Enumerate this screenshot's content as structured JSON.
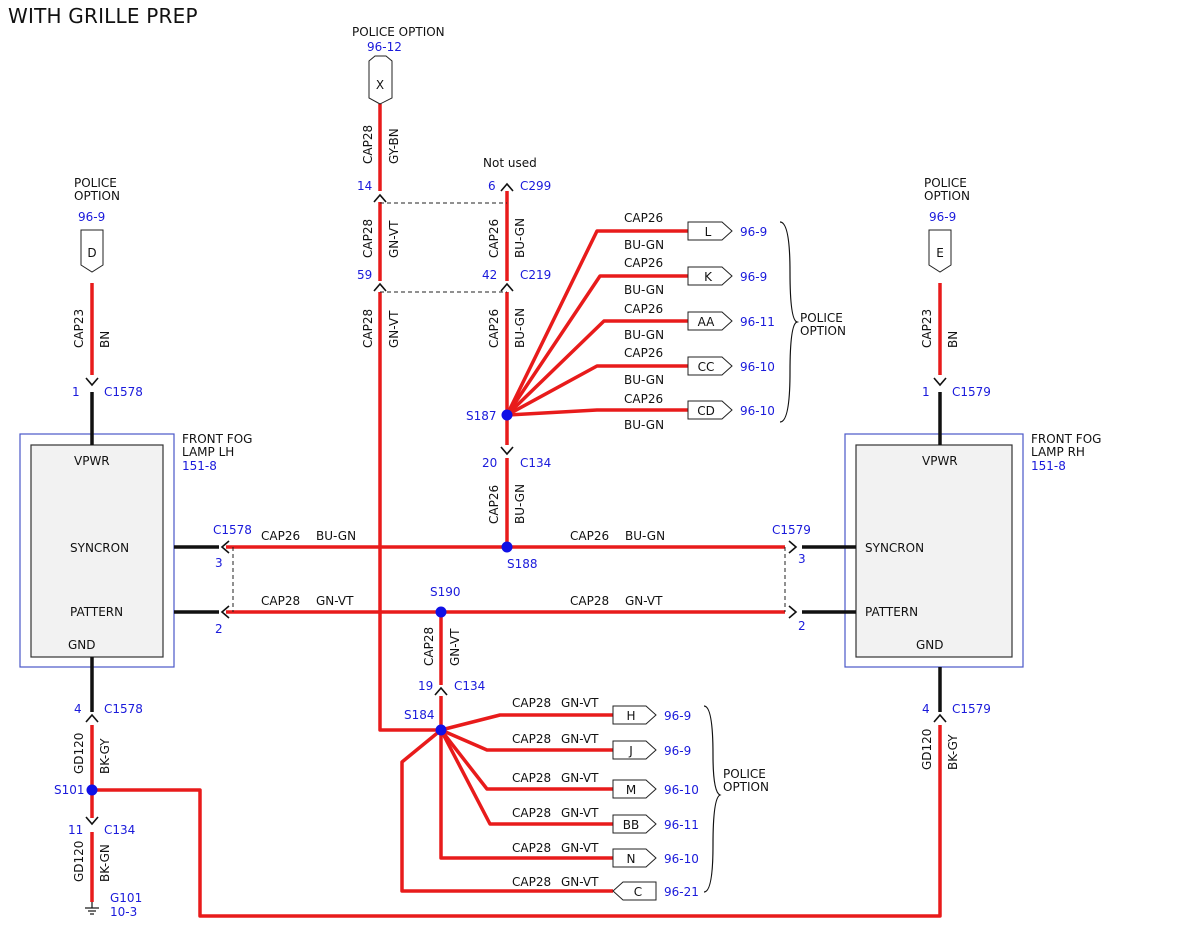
{
  "title": "WITH GRILLE PREP",
  "circuits": {
    "cap28": "CAP28",
    "cap26": "CAP26",
    "cap23": "CAP23",
    "gd120": "GD120",
    "gyBn": "GY-BN",
    "gnVt": "GN-VT",
    "buGn": "BU-GN",
    "bn": "BN",
    "bkGy": "BK-GY",
    "bkGn": "BK-GN"
  },
  "labels": {
    "policeOption": "POLICE OPTION",
    "police": "POLICE",
    "option": "OPTION",
    "notUsed": "Not used"
  },
  "pageRefs": {
    "p96_12": "96-12",
    "p96_9": "96-9",
    "p96_10": "96-10",
    "p96_11": "96-11",
    "p96_21": "96-21",
    "p151_8": "151-8",
    "p10_3": "10-3"
  },
  "connectors": {
    "c1578": "C1578",
    "c1579": "C1579",
    "c299": "C299",
    "c219": "C219",
    "c134": "C134",
    "g101": "G101"
  },
  "pins": {
    "p1": "1",
    "p2": "2",
    "p3": "3",
    "p4": "4",
    "p6": "6",
    "p11": "11",
    "p14": "14",
    "p19": "19",
    "p20": "20",
    "p42": "42",
    "p59": "59"
  },
  "splices": {
    "s187": "S187",
    "s188": "S188",
    "s190": "S190",
    "s184": "S184",
    "s101": "S101"
  },
  "components": {
    "lh": {
      "name1": "FRONT FOG",
      "name2": "LAMP LH",
      "ref": "151-8"
    },
    "rh": {
      "name1": "FRONT FOG",
      "name2": "LAMP RH",
      "ref": "151-8"
    },
    "vpwr": "VPWR",
    "syncron": "SYNCRON",
    "pattern": "PATTERN",
    "gnd": "GND"
  },
  "tags": {
    "X": "X",
    "D": "D",
    "E": "E",
    "L": "L",
    "K": "K",
    "AA": "AA",
    "CC": "CC",
    "CD": "CD",
    "H": "H",
    "J": "J",
    "M": "M",
    "BB": "BB",
    "N": "N",
    "C": "C"
  },
  "colors": {
    "wire": "#e81b1b",
    "splice": "#1010e6",
    "reference": "#1a1adb",
    "module_fill": "#f2f2f2"
  }
}
